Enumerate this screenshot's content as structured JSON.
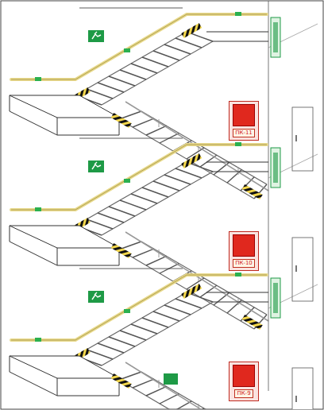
{
  "diagram": {
    "nodes": [
      {
        "text": [
          "ПК-11"
        ]
      },
      {
        "text": [
          "ПК-10"
        ]
      },
      {
        "text": [
          "ПК-9"
        ]
      }
    ]
  }
}
